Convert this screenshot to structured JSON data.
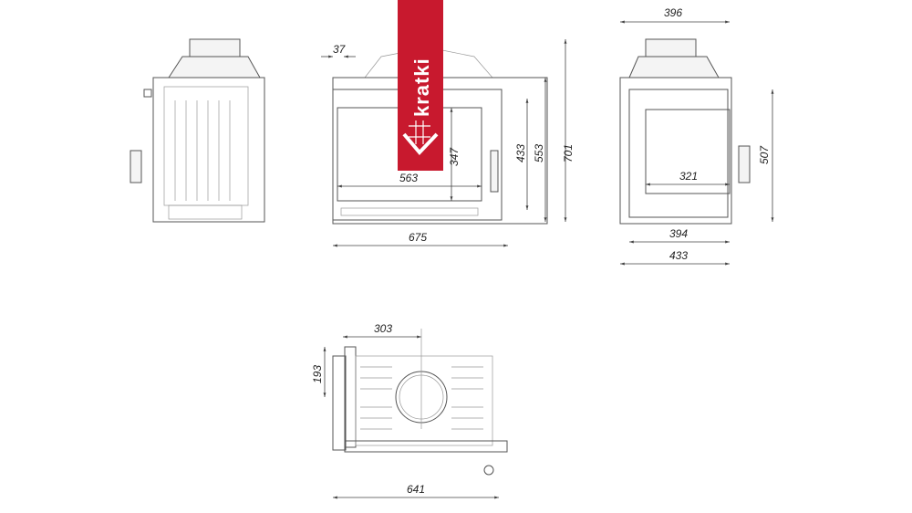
{
  "brand": {
    "name": "kratki",
    "color": "#c8192e"
  },
  "front_view": {
    "dims": {
      "top_offset": "37",
      "glass_height": "347",
      "door_height": "433",
      "body_height": "553",
      "total_height": "701",
      "glass_width": "563",
      "total_width": "675"
    }
  },
  "side_view": {
    "dims": {
      "top_width": "396",
      "total_height": "507",
      "glass_width": "321",
      "inner_width": "394",
      "total_width": "433"
    }
  },
  "top_view": {
    "dims": {
      "flue_offset_x": "303",
      "flue_offset_y": "193",
      "total_width": "641"
    }
  }
}
